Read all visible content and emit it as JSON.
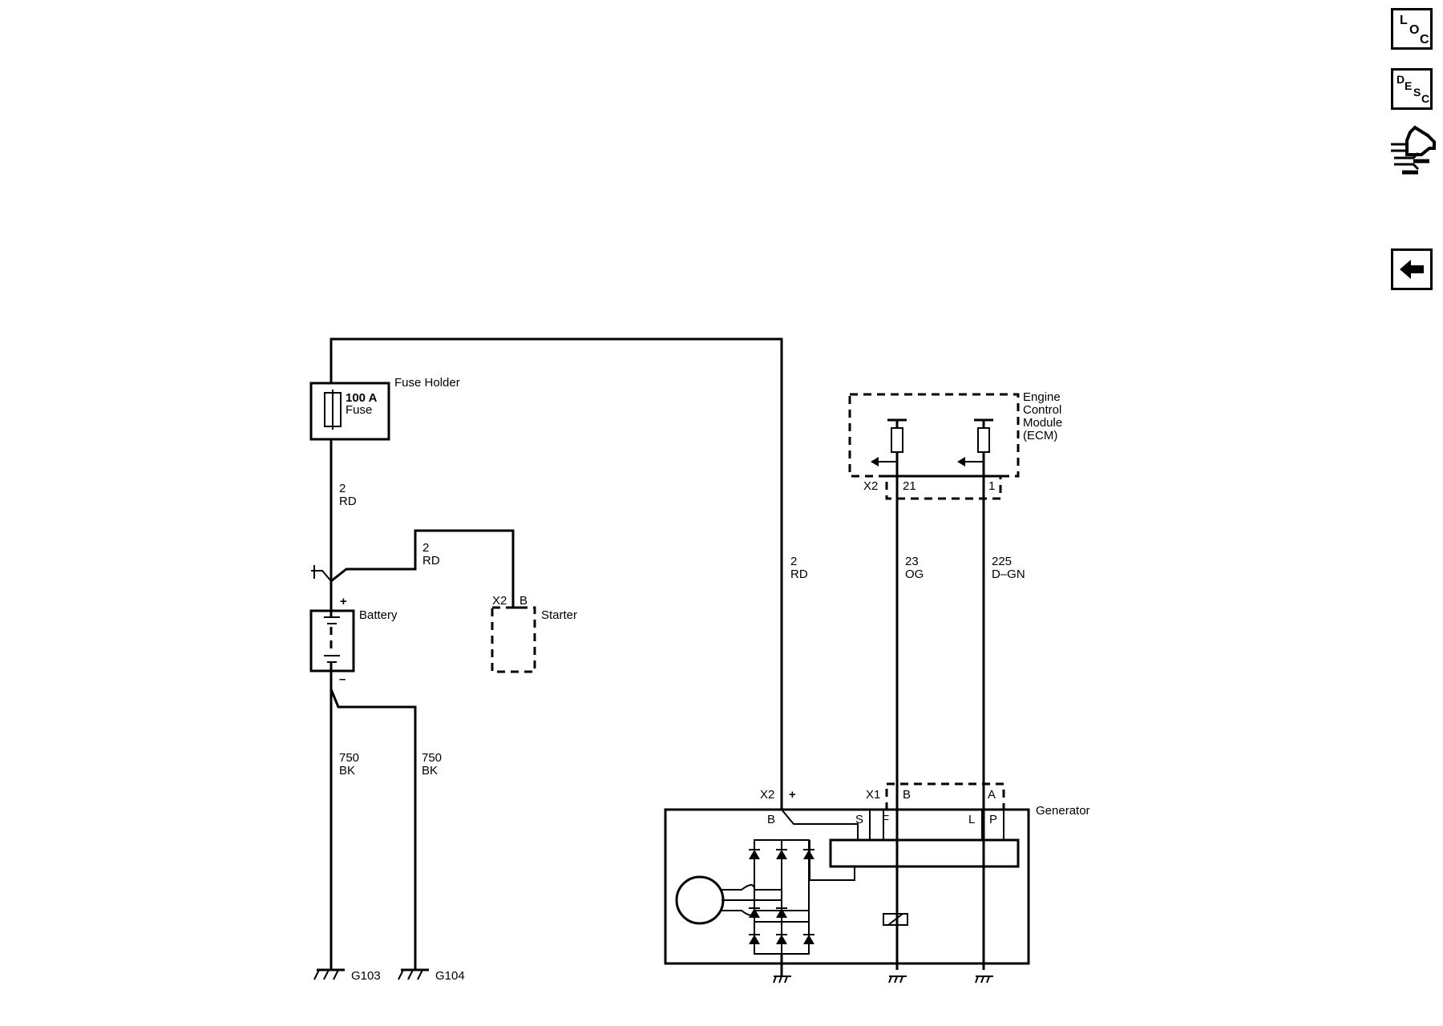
{
  "nav": {
    "loc_letters": [
      "L",
      "O",
      "C"
    ],
    "desc_letters": [
      "D",
      "E",
      "S",
      "C"
    ],
    "wrench_icon": "connector-wrench-icon",
    "back_icon": "left-arrow-icon"
  },
  "fuse_holder": {
    "label": "Fuse Holder",
    "fuse_rating": "100 A",
    "fuse_word": "Fuse"
  },
  "battery": {
    "label": "Battery",
    "plus": "+",
    "minus": "–"
  },
  "starter": {
    "label": "Starter",
    "connector": "X2",
    "terminal": "B"
  },
  "ecm": {
    "label_lines": [
      "Engine",
      "Control",
      "Module",
      "(ECM)"
    ],
    "connector": "X2",
    "pin_21": "21",
    "pin_1": "1"
  },
  "generator": {
    "label": "Generator",
    "x2": "X2",
    "x2_plus": "+",
    "x1": "X1",
    "x1_b": "B",
    "x1_a": "A",
    "t_b": "B",
    "t_s": "S",
    "t_f": "F",
    "t_l": "L",
    "t_p": "P"
  },
  "wires": {
    "fuse_batt": {
      "size": "2",
      "color": "RD"
    },
    "batt_starter": {
      "size": "2",
      "color": "RD"
    },
    "fuse_gen": {
      "size": "2",
      "color": "RD"
    },
    "og": {
      "size": "23",
      "color": "OG"
    },
    "dgn": {
      "size": "225",
      "color": "D–GN"
    },
    "gnd1": {
      "size": "750",
      "color": "BK"
    },
    "gnd2": {
      "size": "750",
      "color": "BK"
    }
  },
  "grounds": {
    "g103": "G103",
    "g104": "G104"
  }
}
